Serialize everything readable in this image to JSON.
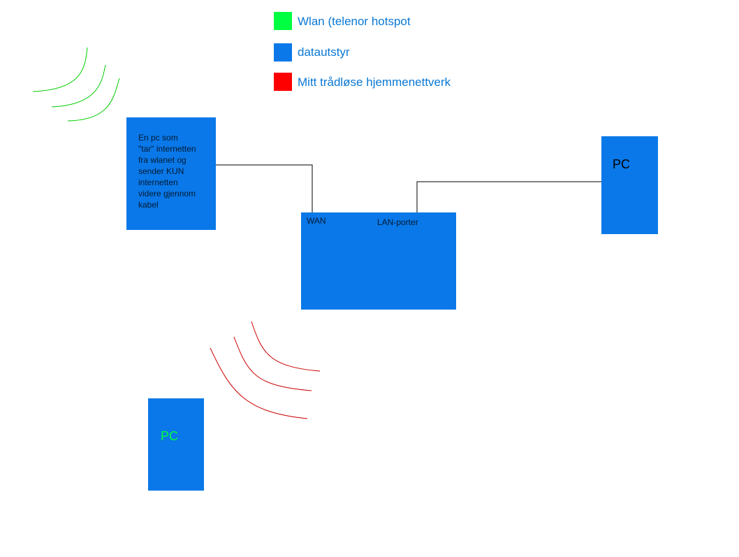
{
  "legend": {
    "items": [
      {
        "color": "#00ff40",
        "label": "Wlan (telenor hotspot"
      },
      {
        "color": "#0a78e8",
        "label": "datautstyr"
      },
      {
        "color": "#ff0000",
        "label": "Mitt trådløse hjemmenettverk"
      }
    ]
  },
  "nodes": {
    "gateway_pc": {
      "lines": [
        "En pc som",
        "\"tar\" internetten",
        "fra wlanet og",
        "sender KUN",
        "internetten",
        "videre gjennom",
        "kabel"
      ]
    },
    "router": {
      "wan_label": "WAN",
      "lan_label": "LAN-porter"
    },
    "wired_pc": {
      "label": "PC",
      "label_color": "#000000"
    },
    "wireless_pc": {
      "label": "PC",
      "label_color": "#00ff40"
    }
  },
  "colors": {
    "device": "#0a78e8",
    "wlan": "#00cc00",
    "home_wifi": "#cc0000",
    "cable": "#000000"
  }
}
